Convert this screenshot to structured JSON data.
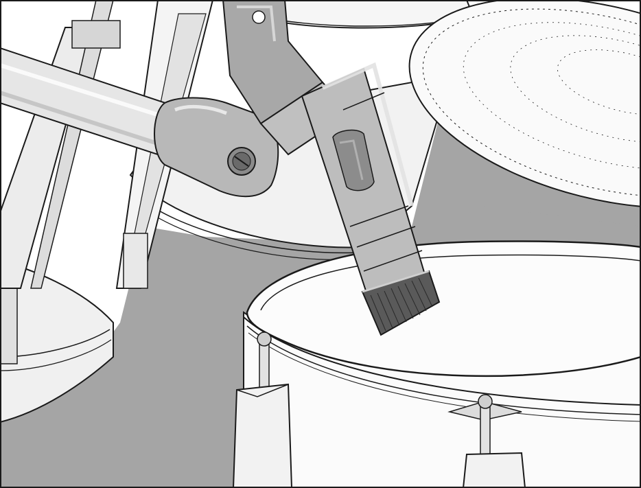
{
  "illustration": {
    "subject": "",
    "colors": {
      "background": "#ffffff",
      "shadow": "#a5a5a5",
      "outline": "#1a1a1a",
      "drum_face": "#fcfcfc",
      "metal_light": "#e4e4e4",
      "metal_mid": "#b4b4b4",
      "metal_dark": "#7a7a7a",
      "grille": "#5a5a5a",
      "window": "#8c8c8c"
    },
    "parts": [
      "cymbal",
      "tom-drum",
      "snare-drum",
      "drum-rim",
      "tension-lug",
      "microphone",
      "mic-clip",
      "mic-stand-arm",
      "mic-grille",
      "hi-hat-stand"
    ]
  }
}
